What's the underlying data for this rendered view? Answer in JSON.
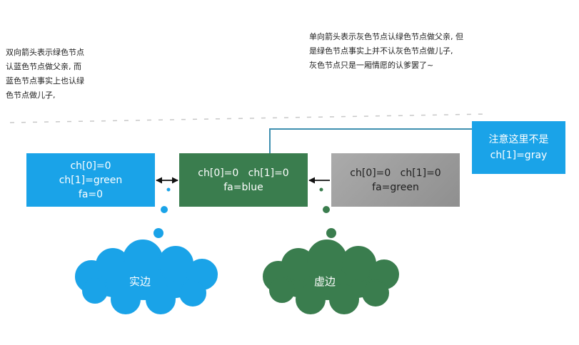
{
  "notes": {
    "left": [
      "双向箭头表示绿色节点",
      "认蓝色节点做父亲, 而",
      "蓝色节点事实上也认绿",
      "色节点做儿子,"
    ],
    "right": [
      "单向箭头表示灰色节点认绿色节点做父亲, 但",
      "是绿色节点事实上并不认灰色节点做儿子,",
      "灰色节点只是一厢情愿的认爹罢了~"
    ]
  },
  "nodes": {
    "blue": {
      "line1": "ch[0]=0",
      "line2": "ch[1]=green",
      "line3": "fa=0"
    },
    "green": {
      "line1": "ch[0]=0   ch[1]=0",
      "line2": "fa=blue"
    },
    "gray": {
      "line1": "ch[0]=0   ch[1]=0",
      "line2": "fa=green"
    }
  },
  "callout": {
    "line1": "注意这里不是",
    "line2": "ch[1]=gray"
  },
  "clouds": {
    "solid": "实边",
    "virtual": "虚边"
  },
  "colors": {
    "blue": "#1aa3e8",
    "green": "#3a7d4e",
    "gray": "#9a9a9a",
    "connector": "#3e8fb0"
  }
}
